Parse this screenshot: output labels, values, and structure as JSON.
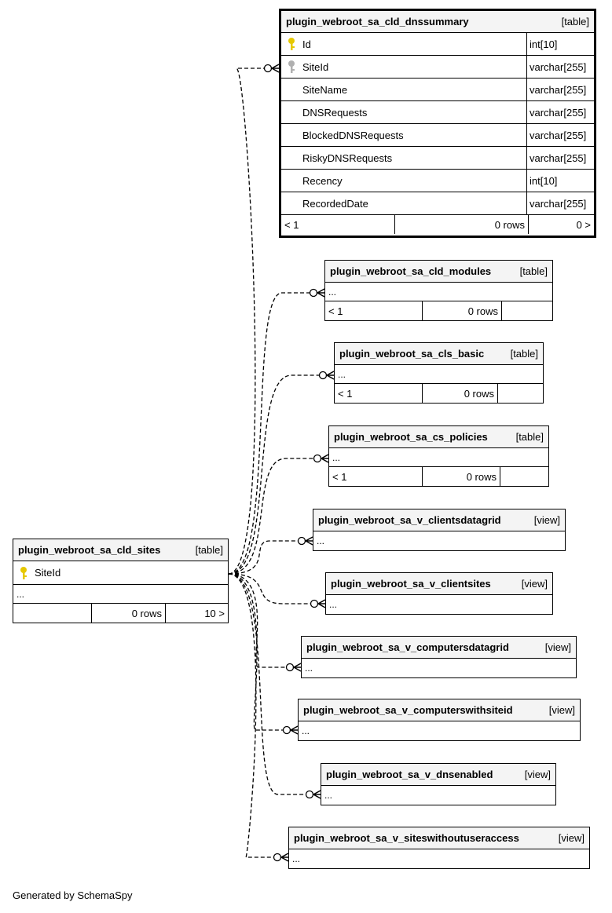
{
  "focus_table": {
    "name": "plugin_webroot_sa_cld_dnssummary",
    "type": "[table]",
    "columns": [
      {
        "name": "Id",
        "type": "int[10]",
        "key": "primary"
      },
      {
        "name": "SiteId",
        "type": "varchar[255]",
        "key": "foreign"
      },
      {
        "name": "SiteName",
        "type": "varchar[255]",
        "key": ""
      },
      {
        "name": "DNSRequests",
        "type": "varchar[255]",
        "key": ""
      },
      {
        "name": "BlockedDNSRequests",
        "type": "varchar[255]",
        "key": ""
      },
      {
        "name": "RiskyDNSRequests",
        "type": "varchar[255]",
        "key": ""
      },
      {
        "name": "Recency",
        "type": "int[10]",
        "key": ""
      },
      {
        "name": "RecordedDate",
        "type": "varchar[255]",
        "key": ""
      }
    ],
    "footer": {
      "parents": "< 1",
      "rows": "0 rows",
      "children": "0 >"
    }
  },
  "sites_table": {
    "name": "plugin_webroot_sa_cld_sites",
    "type": "[table]",
    "column": "SiteId",
    "ellipsis": "...",
    "footer": {
      "parents": "",
      "rows": "0 rows",
      "children": "10 >"
    }
  },
  "related": [
    {
      "name": "plugin_webroot_sa_cld_modules",
      "type": "[table]",
      "ellipsis": "...",
      "footer": {
        "parents": "< 1",
        "rows": "0 rows",
        "children": ""
      }
    },
    {
      "name": "plugin_webroot_sa_cls_basic",
      "type": "[table]",
      "ellipsis": "...",
      "footer": {
        "parents": "< 1",
        "rows": "0 rows",
        "children": ""
      }
    },
    {
      "name": "plugin_webroot_sa_cs_policies",
      "type": "[table]",
      "ellipsis": "...",
      "footer": {
        "parents": "< 1",
        "rows": "0 rows",
        "children": ""
      }
    },
    {
      "name": "plugin_webroot_sa_v_clientsdatagrid",
      "type": "[view]",
      "ellipsis": "..."
    },
    {
      "name": "plugin_webroot_sa_v_clientsites",
      "type": "[view]",
      "ellipsis": "..."
    },
    {
      "name": "plugin_webroot_sa_v_computersdatagrid",
      "type": "[view]",
      "ellipsis": "..."
    },
    {
      "name": "plugin_webroot_sa_v_computerswithsiteid",
      "type": "[view]",
      "ellipsis": "..."
    },
    {
      "name": "plugin_webroot_sa_v_dnsenabled",
      "type": "[view]",
      "ellipsis": "..."
    },
    {
      "name": "plugin_webroot_sa_v_siteswithoutuseraccess",
      "type": "[view]",
      "ellipsis": "..."
    }
  ],
  "colors": {
    "primary_key": "#e6c800",
    "foreign_key": "#b0b0b0",
    "header_bg": "#f4f4f4"
  },
  "credit": "Generated by SchemaSpy"
}
